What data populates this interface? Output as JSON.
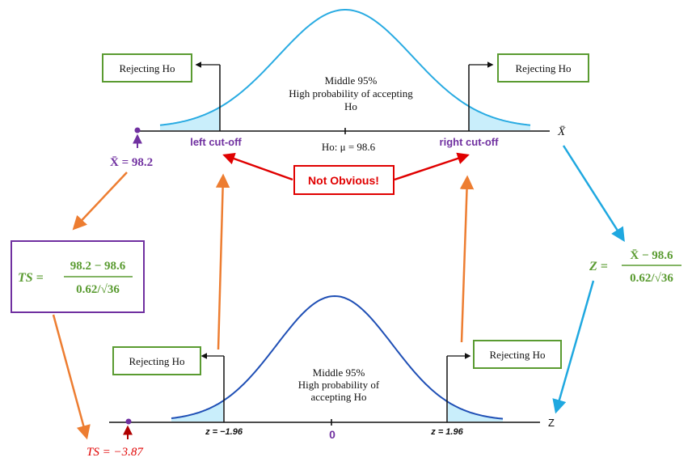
{
  "colors": {
    "upper_curve": "#29ABE2",
    "lower_curve": "#1F4FB5",
    "tail_fill": "#C9EEFB",
    "green": "#5A9B31",
    "purple": "#7030A0",
    "red": "#E00000",
    "orange": "#ED7D31",
    "cyan_arrow": "#1FA8E0",
    "black": "#111111"
  },
  "upper": {
    "reject_left": "Rejecting Ho",
    "reject_right": "Rejecting Ho",
    "middle_line1": "Middle 95%",
    "middle_line2": "High probability of accepting",
    "middle_line3": "Ho",
    "axis_symbol": "X̄",
    "left_cutoff": "left cut-off",
    "right_cutoff": "right cut-off",
    "hypothesis": "Ho: μ = 98.6",
    "xbar_value": "X̄ = 98.2"
  },
  "lower": {
    "reject_left": "Rejecting Ho",
    "reject_right": "Rejecting Ho",
    "middle_line1": "Middle 95%",
    "middle_line2": "High probability of",
    "middle_line3": "accepting Ho",
    "axis_symbol": "Z",
    "z_left": "z = −1.96",
    "z_right": "z = 1.96",
    "zero": "0",
    "ts_value": "TS = −3.87"
  },
  "not_obvious": "Not Obvious!",
  "ts_formula": {
    "lhs": "TS =",
    "numerator": "98.2 − 98.6",
    "denominator": "0.62/√36"
  },
  "z_formula": {
    "lhs": "Z =",
    "numerator": "X̄ − 98.6",
    "denominator": "0.62/√36"
  }
}
